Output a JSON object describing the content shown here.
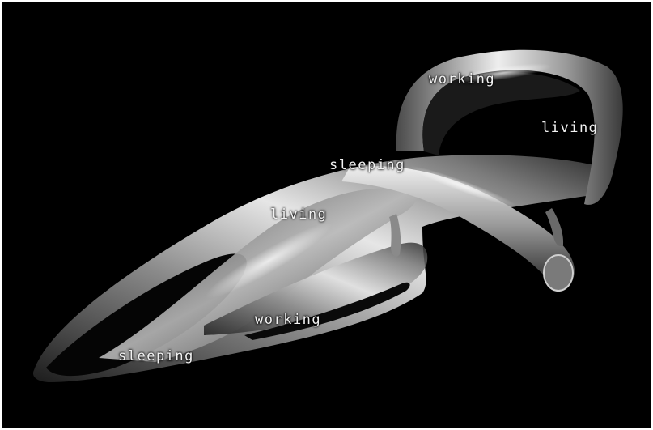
{
  "scene": {
    "background": "#000000",
    "accent": "#e8e8e8",
    "labels": {
      "working_top": "working",
      "living_right": "living",
      "sleeping_mid": "sleeping",
      "living_mid": "living",
      "working_low": "working",
      "sleeping_low": "sleeping"
    }
  }
}
